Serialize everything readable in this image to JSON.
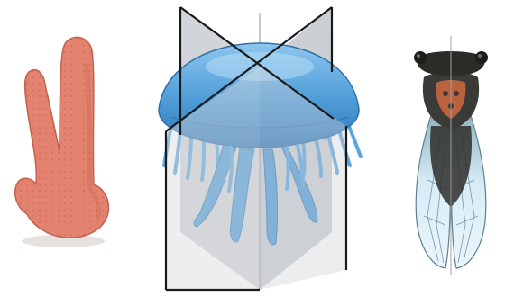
{
  "figure": {
    "panels": [
      {
        "subject": "sponge",
        "symmetry": "asymmetry",
        "planes_shown": 0
      },
      {
        "subject": "jellyfish",
        "symmetry": "radial",
        "planes_shown": 2
      },
      {
        "subject": "cicada",
        "symmetry": "bilateral",
        "planes_shown": 1
      }
    ],
    "colors": {
      "sponge": "#E3826E",
      "sponge_shadow": "#C96650",
      "jelly_bell": "#4E9CD8",
      "jelly_bell_light": "#8EC6EE",
      "jelly_tentacle": "#5BA6DE",
      "plane": "#BFC3C7",
      "plane_edge": "#1A1A1A",
      "cicada_body": "#3A3A36",
      "cicada_orange": "#C9673E",
      "cicada_wing": "#D8ECF6",
      "cicada_vein": "#5E7F90"
    }
  }
}
